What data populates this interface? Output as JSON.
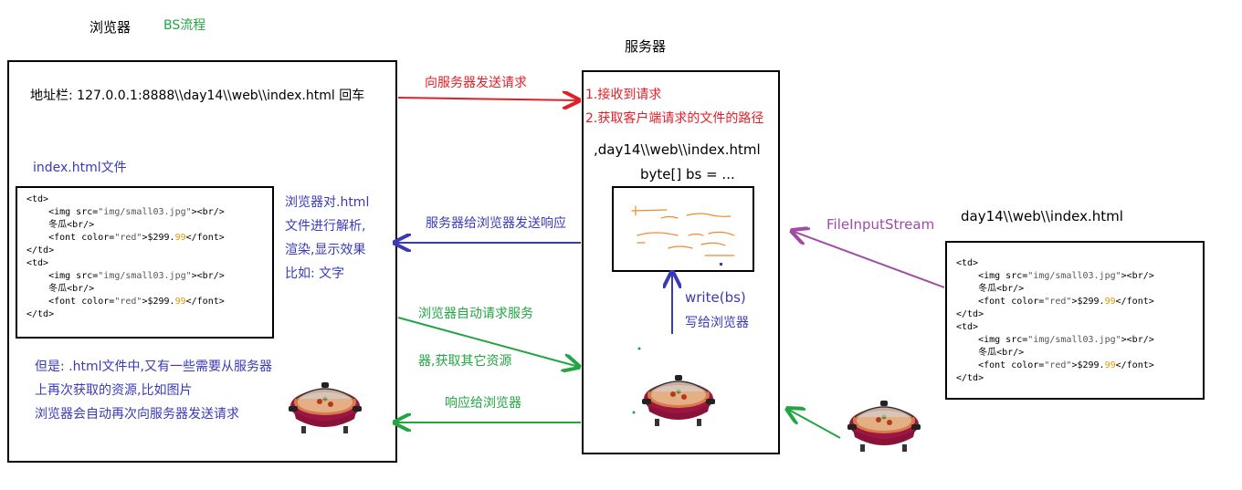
{
  "header": {
    "browser_title": "浏览器",
    "bs_flow": "BS流程",
    "server_title": "服务器"
  },
  "browser": {
    "address_bar": "地址栏: 127.0.0.1:8888\\\\day14\\\\web\\\\index.html  回车",
    "file_label": "index.html文件",
    "parse_notes": [
      "浏览器对.html",
      "文件进行解析,",
      "渲染,显示效果",
      "比如: 文字"
    ],
    "resource_notes": [
      "但是: .html文件中,又有一些需要从服务器",
      "上再次获取的资源,比如图片",
      "浏览器会自动再次向服务器发送请求"
    ]
  },
  "server": {
    "step1": "1.接收到请求",
    "step2": "2.获取客户端请求的文件的路径",
    "path": ",day14\\\\web\\\\index.html",
    "bytes": "byte[] bs = ...",
    "write": "write(bs)",
    "write_note": "写给浏览器"
  },
  "disk": {
    "path": "day14\\\\web\\\\index.html",
    "stream": "FileInputStream"
  },
  "arrows": {
    "request": "向服务器发送请求",
    "response": "服务器给浏览器发送响应",
    "auto_request_1": "浏览器自动请求服务",
    "auto_request_2": "器,获取其它资源",
    "respond_to_browser": "响应给浏览器"
  },
  "code_lines": [
    {
      "a": "<td>",
      "s": "",
      "b": "",
      "n": "",
      "c": ""
    },
    {
      "a": "    <img src=",
      "s": "\"img/small03.jpg\"",
      "b": "><br/>",
      "n": "",
      "c": ""
    },
    {
      "a": "    冬瓜<br/>",
      "s": "",
      "b": "",
      "n": "",
      "c": ""
    },
    {
      "a": "    <font color=",
      "s": "\"red\"",
      "b": ">$299.",
      "n": "99",
      "c": "</font>"
    },
    {
      "a": "</td>",
      "s": "",
      "b": "",
      "n": "",
      "c": ""
    },
    {
      "a": "<td>",
      "s": "",
      "b": "",
      "n": "",
      "c": ""
    },
    {
      "a": "    <img src=",
      "s": "\"img/small03.jpg\"",
      "b": "><br/>",
      "n": "",
      "c": ""
    },
    {
      "a": "    冬瓜<br/>",
      "s": "",
      "b": "",
      "n": "",
      "c": ""
    },
    {
      "a": "    <font color=",
      "s": "\"red\"",
      "b": ">$299.",
      "n": "99",
      "c": "</font>"
    },
    {
      "a": "</td>",
      "s": "",
      "b": "",
      "n": "",
      "c": ""
    }
  ],
  "colors": {
    "request": "#e21f26",
    "response": "#3a3ab8",
    "auto": "#23a543",
    "stream": "#a04ba7"
  }
}
